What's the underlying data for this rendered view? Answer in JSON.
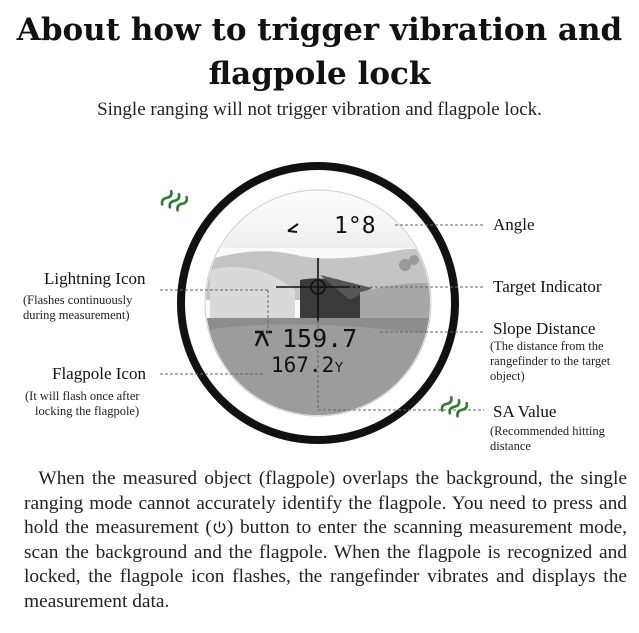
{
  "title_line1": "About how to trigger vibration and",
  "title_line2": "flagpole lock",
  "subtitle": "Single ranging will not trigger vibration and flagpole lock.",
  "display": {
    "angle_value": "1°8",
    "slope_distance": "159.7",
    "sa_value": "167.2",
    "sa_unit": "Y"
  },
  "labels": {
    "angle": "Angle",
    "target_indicator": "Target Indicator",
    "slope_distance": "Slope Distance",
    "slope_note_1": "(The distance from the",
    "slope_note_2": "rangefinder to the target",
    "slope_note_3": "object)",
    "sa_value": "SA Value",
    "sa_note_1": "(Recommended hitting",
    "sa_note_2": "distance",
    "lightning": "Lightning Icon",
    "lightning_note_1": "(Flashes continuously",
    "lightning_note_2": "during measurement)",
    "flagpole": "Flagpole Icon",
    "flagpole_note_1": "(It will flash once after",
    "flagpole_note_2": "locking the flagpole)"
  },
  "paragraph_before_icon": "When the measured object (flagpole) overlaps the background, the single ranging mode cannot accurately identify the flagpole. You need to press and hold the measurement (",
  "paragraph_after_icon": ") button to enter the scanning measurement mode, scan the background and the flagpole. When the flagpole is recognized and locked, the flagpole icon flashes, the rangefinder vibrates and displays the measurement data.",
  "icons": [
    "vibration-icon",
    "power-icon",
    "lightning-icon",
    "flagpole-icon",
    "crosshair-icon"
  ],
  "colors": {
    "accent_green": "#2e7d32",
    "ring": "#111111"
  }
}
